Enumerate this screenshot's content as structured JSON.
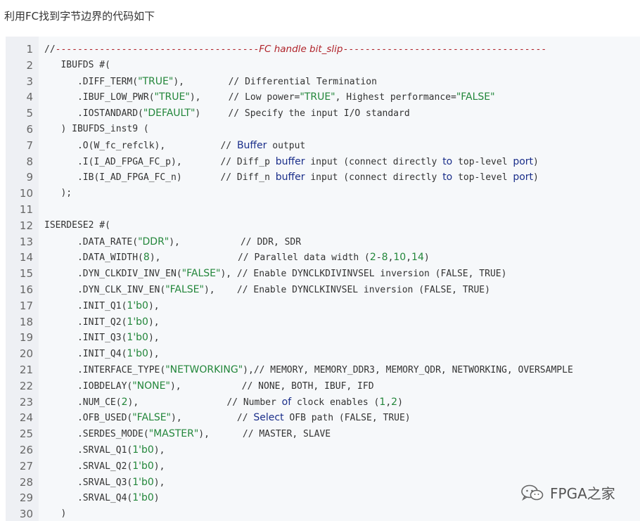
{
  "intro_text": "利用FC找到字节边界的代码如下",
  "watermark": {
    "text": "FPGA之家",
    "icon": "wechat-icon"
  },
  "colors": {
    "panel_bg": "#f6f8fa",
    "gutter_bg": "#eef0f4",
    "string": "#22863a",
    "keyword": "#1a2e8a",
    "header_comment": "#b0232a"
  },
  "code_lines": [
    {
      "num": "1",
      "segments": [
        {
          "t": "plain",
          "v": "//"
        },
        {
          "t": "dash",
          "v": "-------------------------------------"
        },
        {
          "t": "hdr",
          "v": "FC handle bit_slip"
        },
        {
          "t": "dash",
          "v": "-------------------------------------"
        }
      ]
    },
    {
      "num": "2",
      "segments": [
        {
          "t": "plain",
          "v": "   IBUFDS #("
        }
      ]
    },
    {
      "num": "3",
      "segments": [
        {
          "t": "plain",
          "v": "      .DIFF_TERM("
        },
        {
          "t": "str",
          "v": "\"TRUE\""
        },
        {
          "t": "plain",
          "v": "),        // Differential Termination"
        }
      ]
    },
    {
      "num": "4",
      "segments": [
        {
          "t": "plain",
          "v": "      .IBUF_LOW_PWR("
        },
        {
          "t": "str",
          "v": "\"TRUE\""
        },
        {
          "t": "plain",
          "v": "),     // Low power="
        },
        {
          "t": "str",
          "v": "\"TRUE\""
        },
        {
          "t": "plain",
          "v": ", Highest performance="
        },
        {
          "t": "str",
          "v": "\"FALSE\""
        }
      ]
    },
    {
      "num": "5",
      "segments": [
        {
          "t": "plain",
          "v": "      .IOSTANDARD("
        },
        {
          "t": "str",
          "v": "\"DEFAULT\""
        },
        {
          "t": "plain",
          "v": ")     // Specify the input I/O standard"
        }
      ]
    },
    {
      "num": "6",
      "segments": [
        {
          "t": "plain",
          "v": "   ) IBUFDS_inst9 ("
        }
      ]
    },
    {
      "num": "7",
      "segments": [
        {
          "t": "plain",
          "v": "      .O(W_fc_refclk),          // "
        },
        {
          "t": "kw",
          "v": "Buffer"
        },
        {
          "t": "plain",
          "v": " output"
        }
      ]
    },
    {
      "num": "8",
      "segments": [
        {
          "t": "plain",
          "v": "      .I(I_AD_FPGA_FC_p),       // Diff_p "
        },
        {
          "t": "kw",
          "v": "buffer"
        },
        {
          "t": "plain",
          "v": " input (connect directly "
        },
        {
          "t": "kw",
          "v": "to"
        },
        {
          "t": "plain",
          "v": " top-level "
        },
        {
          "t": "kw",
          "v": "port"
        },
        {
          "t": "plain",
          "v": ")"
        }
      ]
    },
    {
      "num": "9",
      "segments": [
        {
          "t": "plain",
          "v": "      .IB(I_AD_FPGA_FC_n)       // Diff_n "
        },
        {
          "t": "kw",
          "v": "buffer"
        },
        {
          "t": "plain",
          "v": " input (connect directly "
        },
        {
          "t": "kw",
          "v": "to"
        },
        {
          "t": "plain",
          "v": " top-level "
        },
        {
          "t": "kw",
          "v": "port"
        },
        {
          "t": "plain",
          "v": ")"
        }
      ]
    },
    {
      "num": "10",
      "segments": [
        {
          "t": "plain",
          "v": "   );"
        }
      ]
    },
    {
      "num": "11",
      "segments": []
    },
    {
      "num": "12",
      "segments": [
        {
          "t": "plain",
          "v": "ISERDESE2 #("
        }
      ]
    },
    {
      "num": "13",
      "segments": [
        {
          "t": "plain",
          "v": "      .DATA_RATE("
        },
        {
          "t": "str",
          "v": "\"DDR\""
        },
        {
          "t": "plain",
          "v": "),           // DDR, SDR"
        }
      ]
    },
    {
      "num": "14",
      "segments": [
        {
          "t": "plain",
          "v": "      .DATA_WIDTH("
        },
        {
          "t": "num",
          "v": "8"
        },
        {
          "t": "plain",
          "v": "),              // Parallel data width ("
        },
        {
          "t": "num",
          "v": "2"
        },
        {
          "t": "plain",
          "v": "-"
        },
        {
          "t": "num",
          "v": "8"
        },
        {
          "t": "plain",
          "v": ","
        },
        {
          "t": "num",
          "v": "10"
        },
        {
          "t": "plain",
          "v": ","
        },
        {
          "t": "num",
          "v": "14"
        },
        {
          "t": "plain",
          "v": ")"
        }
      ]
    },
    {
      "num": "15",
      "segments": [
        {
          "t": "plain",
          "v": "      .DYN_CLKDIV_INV_EN("
        },
        {
          "t": "str",
          "v": "\"FALSE\""
        },
        {
          "t": "plain",
          "v": "), // Enable DYNCLKDIVINVSEL inversion (FALSE, TRUE)"
        }
      ]
    },
    {
      "num": "16",
      "segments": [
        {
          "t": "plain",
          "v": "      .DYN_CLK_INV_EN("
        },
        {
          "t": "str",
          "v": "\"FALSE\""
        },
        {
          "t": "plain",
          "v": "),    // Enable DYNCLKINVSEL inversion (FALSE, TRUE)"
        }
      ]
    },
    {
      "num": "17",
      "segments": [
        {
          "t": "plain",
          "v": "      .INIT_Q1("
        },
        {
          "t": "num",
          "v": "1'b0"
        },
        {
          "t": "plain",
          "v": "),"
        }
      ]
    },
    {
      "num": "18",
      "segments": [
        {
          "t": "plain",
          "v": "      .INIT_Q2("
        },
        {
          "t": "num",
          "v": "1'b0"
        },
        {
          "t": "plain",
          "v": "),"
        }
      ]
    },
    {
      "num": "19",
      "segments": [
        {
          "t": "plain",
          "v": "      .INIT_Q3("
        },
        {
          "t": "num",
          "v": "1'b0"
        },
        {
          "t": "plain",
          "v": "),"
        }
      ]
    },
    {
      "num": "20",
      "segments": [
        {
          "t": "plain",
          "v": "      .INIT_Q4("
        },
        {
          "t": "num",
          "v": "1'b0"
        },
        {
          "t": "plain",
          "v": "),"
        }
      ]
    },
    {
      "num": "21",
      "segments": [
        {
          "t": "plain",
          "v": "      .INTERFACE_TYPE("
        },
        {
          "t": "str",
          "v": "\"NETWORKING\""
        },
        {
          "t": "plain",
          "v": "),// MEMORY, MEMORY_DDR3, MEMORY_QDR, NETWORKING, OVERSAMPLE"
        }
      ]
    },
    {
      "num": "22",
      "segments": [
        {
          "t": "plain",
          "v": "      .IOBDELAY("
        },
        {
          "t": "str",
          "v": "\"NONE\""
        },
        {
          "t": "plain",
          "v": "),           // NONE, BOTH, IBUF, IFD"
        }
      ]
    },
    {
      "num": "23",
      "segments": [
        {
          "t": "plain",
          "v": "      .NUM_CE("
        },
        {
          "t": "num",
          "v": "2"
        },
        {
          "t": "plain",
          "v": "),                // Number "
        },
        {
          "t": "kw",
          "v": "of"
        },
        {
          "t": "plain",
          "v": " clock enables ("
        },
        {
          "t": "num",
          "v": "1"
        },
        {
          "t": "plain",
          "v": ","
        },
        {
          "t": "num",
          "v": "2"
        },
        {
          "t": "plain",
          "v": ")"
        }
      ]
    },
    {
      "num": "24",
      "segments": [
        {
          "t": "plain",
          "v": "      .OFB_USED("
        },
        {
          "t": "str",
          "v": "\"FALSE\""
        },
        {
          "t": "plain",
          "v": "),          // "
        },
        {
          "t": "kw",
          "v": "Select"
        },
        {
          "t": "plain",
          "v": " OFB path (FALSE, TRUE)"
        }
      ]
    },
    {
      "num": "25",
      "segments": [
        {
          "t": "plain",
          "v": "      .SERDES_MODE("
        },
        {
          "t": "str",
          "v": "\"MASTER\""
        },
        {
          "t": "plain",
          "v": "),      // MASTER, SLAVE"
        }
      ]
    },
    {
      "num": "26",
      "segments": [
        {
          "t": "plain",
          "v": "      .SRVAL_Q1("
        },
        {
          "t": "num",
          "v": "1'b0"
        },
        {
          "t": "plain",
          "v": "),"
        }
      ]
    },
    {
      "num": "27",
      "segments": [
        {
          "t": "plain",
          "v": "      .SRVAL_Q2("
        },
        {
          "t": "num",
          "v": "1'b0"
        },
        {
          "t": "plain",
          "v": "),"
        }
      ]
    },
    {
      "num": "28",
      "segments": [
        {
          "t": "plain",
          "v": "      .SRVAL_Q3("
        },
        {
          "t": "num",
          "v": "1'b0"
        },
        {
          "t": "plain",
          "v": "),"
        }
      ]
    },
    {
      "num": "29",
      "segments": [
        {
          "t": "plain",
          "v": "      .SRVAL_Q4("
        },
        {
          "t": "num",
          "v": "1'b0"
        },
        {
          "t": "plain",
          "v": ")"
        }
      ]
    },
    {
      "num": "30",
      "segments": [
        {
          "t": "plain",
          "v": "   )"
        }
      ]
    }
  ]
}
